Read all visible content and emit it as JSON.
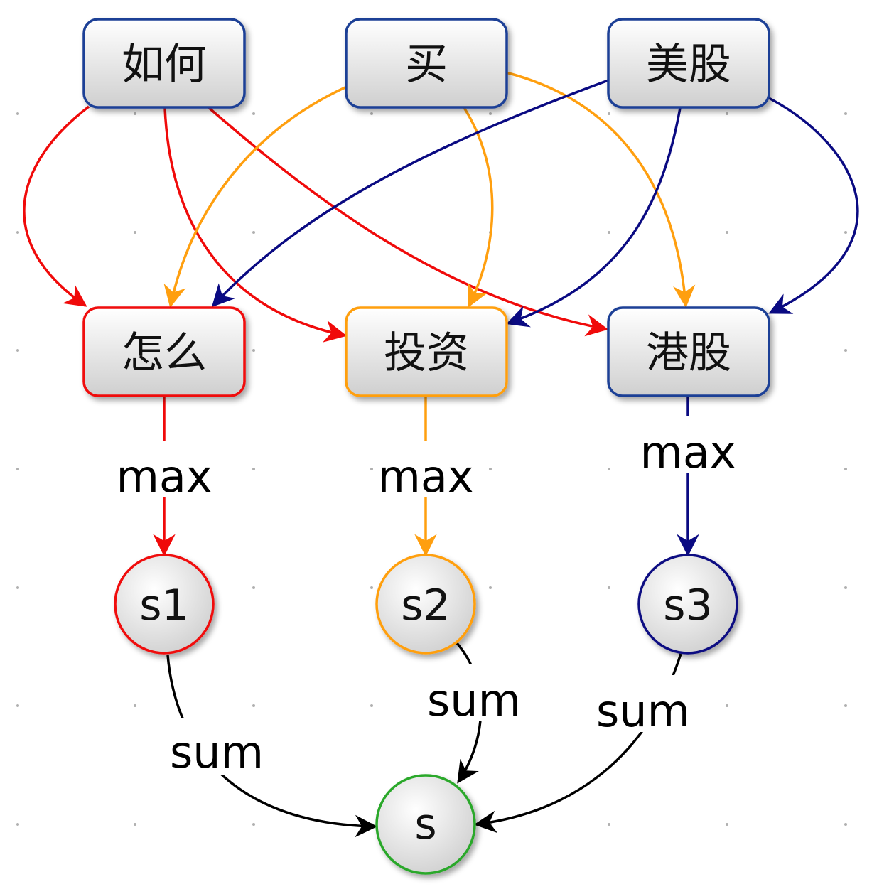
{
  "colors": {
    "red": "#f00a0a",
    "orange": "#ff9f0f",
    "navy": "#0a0a82",
    "blue_border": "#1f3f96",
    "green": "#2aa82a",
    "black": "#000000"
  },
  "nodes": {
    "ruhe": "如何",
    "mai": "买",
    "meigu": "美股",
    "zenme": "怎么",
    "touzi": "投资",
    "ganggu": "港股",
    "s1": "s1",
    "s2": "s2",
    "s3": "s3",
    "s": "s"
  },
  "labels": {
    "max1": "max",
    "max2": "max",
    "max3": "max",
    "sum1": "sum",
    "sum2": "sum",
    "sum3": "sum"
  }
}
